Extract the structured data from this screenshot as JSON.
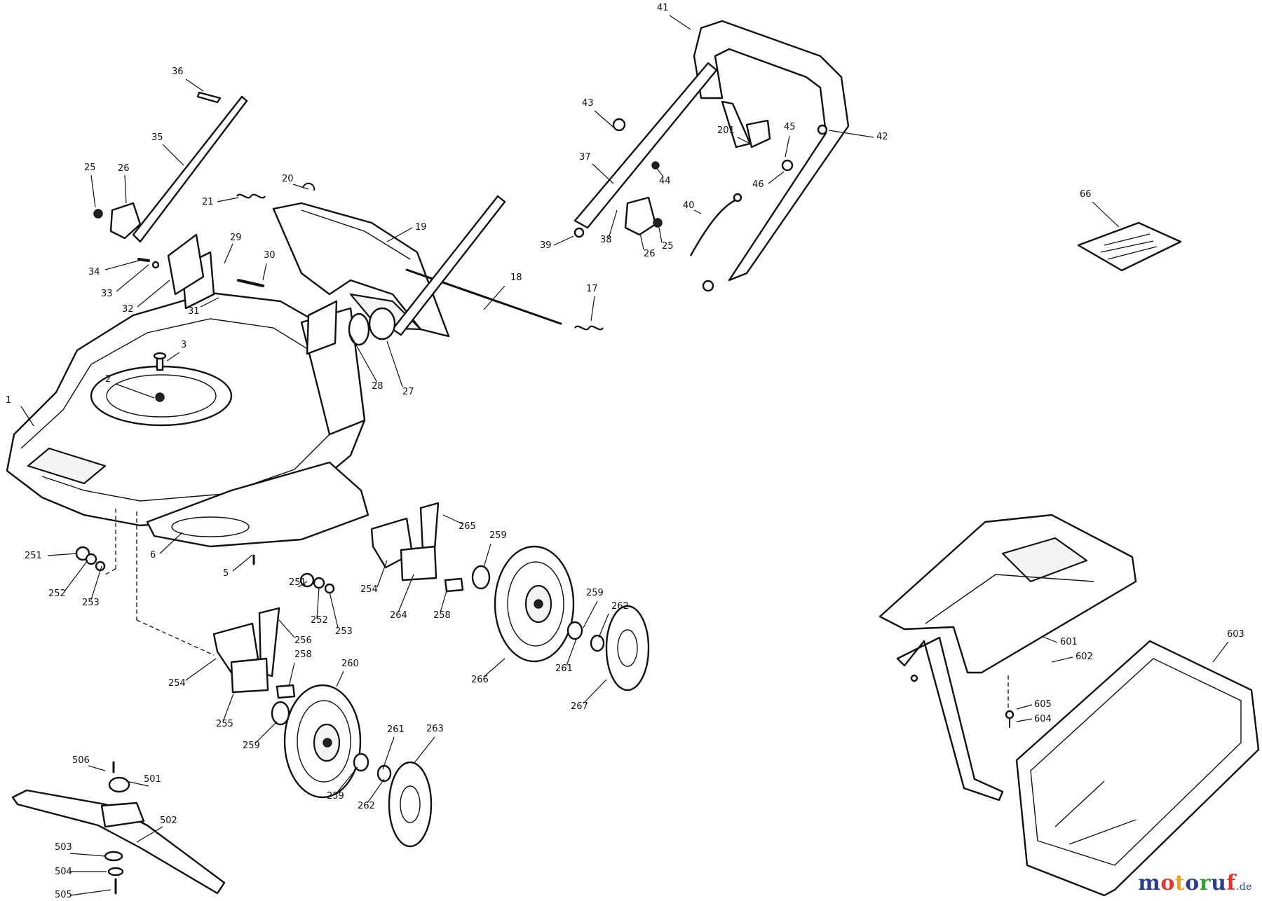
{
  "watermark": {
    "letters": [
      {
        "ch": "m",
        "color": "#2c3f8c"
      },
      {
        "ch": "o",
        "color": "#e3342f"
      },
      {
        "ch": "t",
        "color": "#f0a11a"
      },
      {
        "ch": "o",
        "color": "#2c3f8c"
      },
      {
        "ch": "r",
        "color": "#3a9d3a"
      },
      {
        "ch": "u",
        "color": "#2c3f8c"
      },
      {
        "ch": "f",
        "color": "#e3342f"
      }
    ],
    "tld": ".de"
  },
  "callouts": [
    {
      "id": "1",
      "label": "1"
    },
    {
      "id": "2",
      "label": "2"
    },
    {
      "id": "3",
      "label": "3"
    },
    {
      "id": "5",
      "label": "5"
    },
    {
      "id": "6",
      "label": "6"
    },
    {
      "id": "17",
      "label": "17"
    },
    {
      "id": "18",
      "label": "18"
    },
    {
      "id": "19",
      "label": "19"
    },
    {
      "id": "20",
      "label": "20"
    },
    {
      "id": "21",
      "label": "21"
    },
    {
      "id": "25a",
      "label": "25"
    },
    {
      "id": "26a",
      "label": "26"
    },
    {
      "id": "25b",
      "label": "25"
    },
    {
      "id": "26b",
      "label": "26"
    },
    {
      "id": "27",
      "label": "27"
    },
    {
      "id": "28",
      "label": "28"
    },
    {
      "id": "29",
      "label": "29"
    },
    {
      "id": "30",
      "label": "30"
    },
    {
      "id": "31",
      "label": "31"
    },
    {
      "id": "32",
      "label": "32"
    },
    {
      "id": "33",
      "label": "33"
    },
    {
      "id": "34",
      "label": "34"
    },
    {
      "id": "35",
      "label": "35"
    },
    {
      "id": "36",
      "label": "36"
    },
    {
      "id": "37",
      "label": "37"
    },
    {
      "id": "38",
      "label": "38"
    },
    {
      "id": "39",
      "label": "39"
    },
    {
      "id": "40",
      "label": "40"
    },
    {
      "id": "41",
      "label": "41"
    },
    {
      "id": "42",
      "label": "42"
    },
    {
      "id": "43",
      "label": "43"
    },
    {
      "id": "44",
      "label": "44"
    },
    {
      "id": "45",
      "label": "45"
    },
    {
      "id": "46",
      "label": "46"
    },
    {
      "id": "66",
      "label": "66"
    },
    {
      "id": "201",
      "label": "201"
    },
    {
      "id": "251a",
      "label": "251"
    },
    {
      "id": "252a",
      "label": "252"
    },
    {
      "id": "253a",
      "label": "253"
    },
    {
      "id": "251b",
      "label": "251"
    },
    {
      "id": "252b",
      "label": "252"
    },
    {
      "id": "253b",
      "label": "253"
    },
    {
      "id": "254a",
      "label": "254"
    },
    {
      "id": "254b",
      "label": "254"
    },
    {
      "id": "255",
      "label": "255"
    },
    {
      "id": "256",
      "label": "256"
    },
    {
      "id": "258a",
      "label": "258"
    },
    {
      "id": "258b",
      "label": "258"
    },
    {
      "id": "259a",
      "label": "259"
    },
    {
      "id": "259b",
      "label": "259"
    },
    {
      "id": "259c",
      "label": "259"
    },
    {
      "id": "259d",
      "label": "259"
    },
    {
      "id": "260",
      "label": "260"
    },
    {
      "id": "261a",
      "label": "261"
    },
    {
      "id": "261b",
      "label": "261"
    },
    {
      "id": "262a",
      "label": "262"
    },
    {
      "id": "262b",
      "label": "262"
    },
    {
      "id": "263",
      "label": "263"
    },
    {
      "id": "264",
      "label": "264"
    },
    {
      "id": "265",
      "label": "265"
    },
    {
      "id": "266",
      "label": "266"
    },
    {
      "id": "267",
      "label": "267"
    },
    {
      "id": "501",
      "label": "501"
    },
    {
      "id": "502",
      "label": "502"
    },
    {
      "id": "503",
      "label": "503"
    },
    {
      "id": "504",
      "label": "504"
    },
    {
      "id": "505",
      "label": "505"
    },
    {
      "id": "506",
      "label": "506"
    },
    {
      "id": "601",
      "label": "601"
    },
    {
      "id": "602",
      "label": "602"
    },
    {
      "id": "603",
      "label": "603"
    },
    {
      "id": "604",
      "label": "604"
    },
    {
      "id": "605",
      "label": "605"
    }
  ]
}
